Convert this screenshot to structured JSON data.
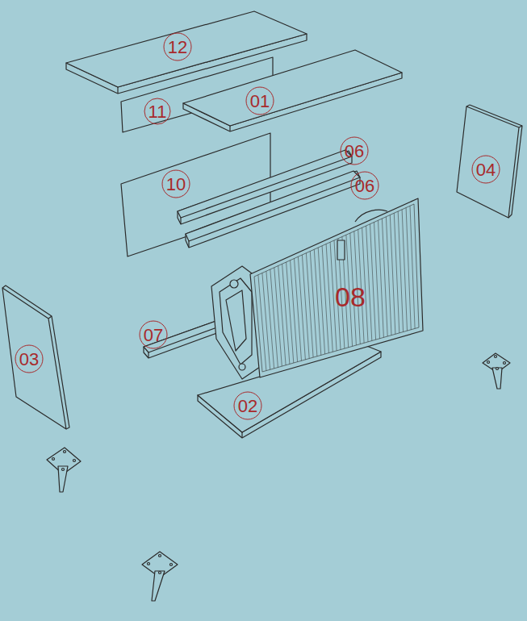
{
  "diagram": {
    "labels": [
      "12",
      "11",
      "01",
      "10",
      "06",
      "06",
      "04",
      "08",
      "07",
      "03",
      "02"
    ]
  }
}
